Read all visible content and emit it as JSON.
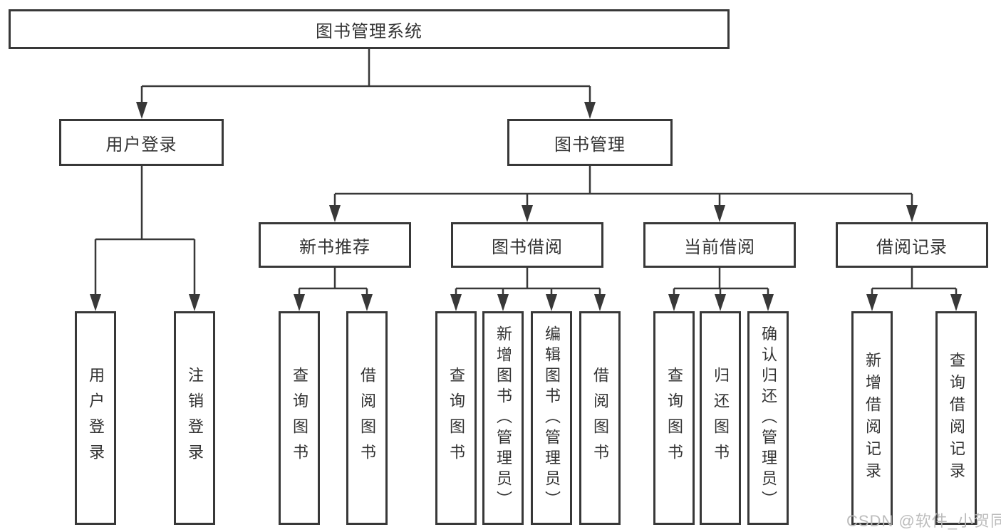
{
  "diagram": {
    "type": "hierarchy-structure-chart",
    "tree": {
      "label": "图书管理系统",
      "children": [
        {
          "label": "用户登录",
          "children": [
            {
              "label": "用户登录"
            },
            {
              "label": "注销登录"
            }
          ]
        },
        {
          "label": "图书管理",
          "children": [
            {
              "label": "新书推荐",
              "children": [
                {
                  "label": "查询图书"
                },
                {
                  "label": "借阅图书"
                }
              ]
            },
            {
              "label": "图书借阅",
              "children": [
                {
                  "label": "查询图书"
                },
                {
                  "label": "新增图书（管理员）"
                },
                {
                  "label": "编辑图书（管理员）"
                },
                {
                  "label": "借阅图书"
                }
              ]
            },
            {
              "label": "当前借阅",
              "children": [
                {
                  "label": "查询图书"
                },
                {
                  "label": "归还图书"
                },
                {
                  "label": "确认归还（管理员）"
                }
              ]
            },
            {
              "label": "借阅记录",
              "children": [
                {
                  "label": "新增借阅记录"
                },
                {
                  "label": "查询借阅记录"
                }
              ]
            }
          ]
        }
      ]
    }
  },
  "watermark": {
    "text": "CSDN @软件_小贺同学"
  },
  "colors": {
    "line": "#383838",
    "box_border": "#383838",
    "text": "#333333",
    "background": "#ffffff",
    "watermark": "#b9b9b9"
  }
}
